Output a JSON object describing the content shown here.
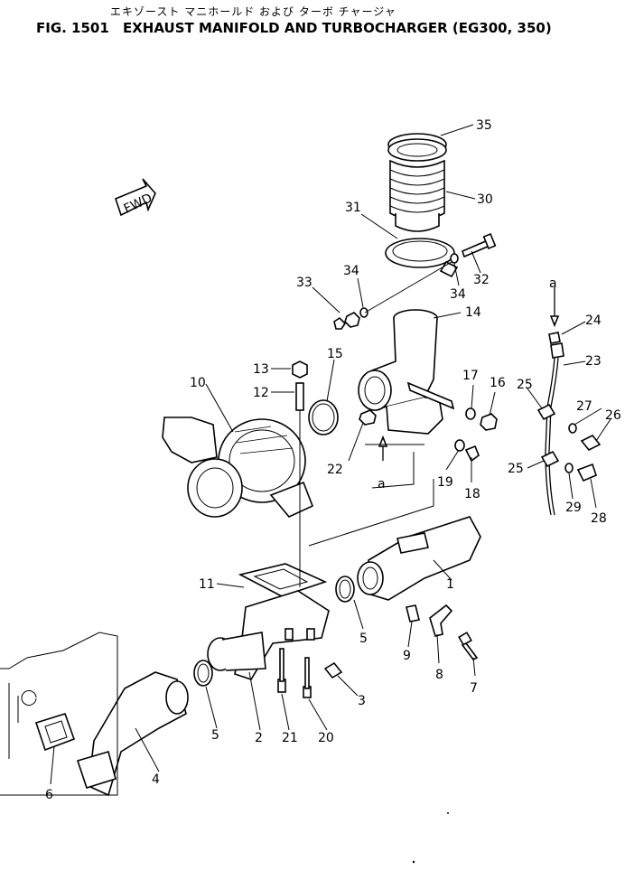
{
  "header": {
    "jp_title": "エキゾースト マニホールド および ターボ チャージャ",
    "fig_no": "FIG. 1501",
    "title": "EXHAUST MANIFOLD AND TURBOCHARGER (EG300, 350)"
  },
  "direction_label": "FWD",
  "section_ref": "a",
  "callouts": [
    "35",
    "30",
    "31",
    "32",
    "34",
    "34",
    "33",
    "14",
    "15",
    "10",
    "13",
    "12",
    "17",
    "16",
    "22",
    "19",
    "18",
    "11",
    "1",
    "5",
    "9",
    "8",
    "7",
    "3",
    "2",
    "21",
    "20",
    "5",
    "4",
    "6",
    "24",
    "23",
    "25",
    "27",
    "26",
    "25",
    "29",
    "28"
  ]
}
